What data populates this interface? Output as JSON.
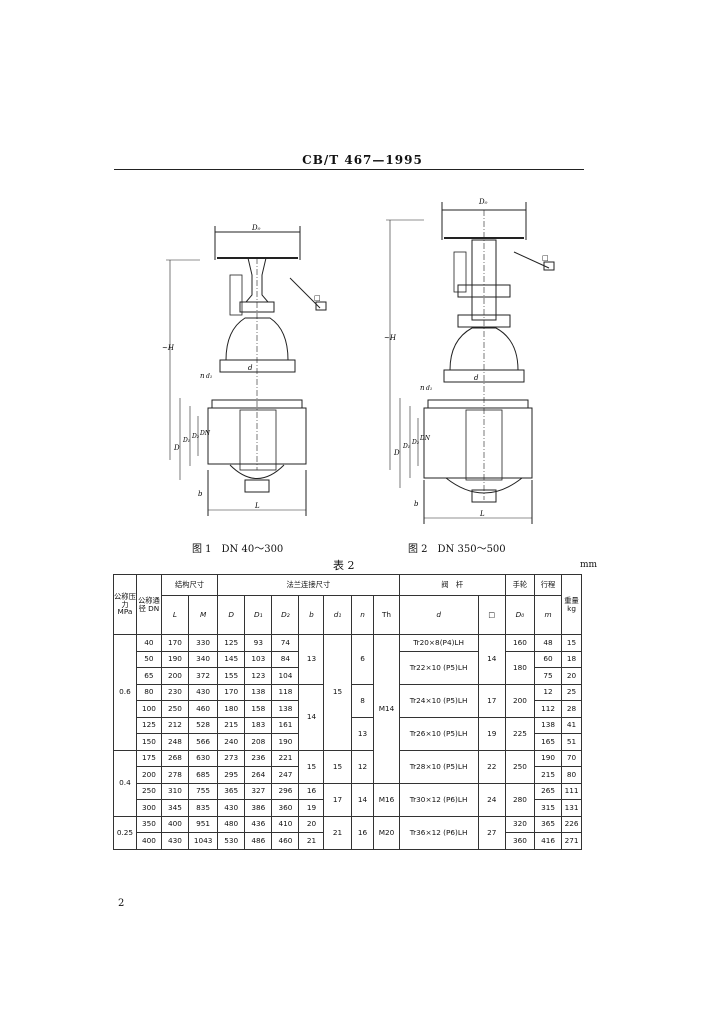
{
  "header": {
    "code": "CB/T 467—1995"
  },
  "figures": {
    "fig1": {
      "caption": "图 1　DN 40～300",
      "dim_d0": "D₀",
      "dim_h": "~H",
      "dim_l": "L",
      "dim_d": "d",
      "dim_d1": "D₁",
      "dim_d2": "D₂",
      "dim_D": "D",
      "dim_DN": "DN",
      "dim_b": "b",
      "dim_n": "n",
      "dim_d1s": "d₁",
      "ref": "□"
    },
    "fig2": {
      "caption": "图 2　DN 350～500",
      "dim_d0": "D₀",
      "dim_h": "~H",
      "dim_l": "L",
      "dim_d": "d",
      "dim_d1": "D₁",
      "dim_d2": "D₂",
      "dim_D": "D",
      "dim_DN": "DN",
      "dim_b": "b",
      "dim_n": "n",
      "dim_d1s": "d₁",
      "ref": "□"
    }
  },
  "table": {
    "title": "表 2",
    "unit": "mm",
    "headers": {
      "pn": "公称压力 MPa",
      "dn": "公称通径 DN",
      "struct": "结构尺寸",
      "flange": "法兰连接尺寸",
      "stem": "阀　杆",
      "wheel": "手轮",
      "stroke": "行程",
      "weight": "重量 kg",
      "L": "L",
      "M": "M",
      "D": "D",
      "D1": "D₁",
      "D2": "D₂",
      "b": "b",
      "d1": "d₁",
      "n": "n",
      "Th": "Th",
      "d": "d",
      "sq": "□",
      "D0": "D₀",
      "m": "m"
    },
    "pressures": [
      "0.6",
      "0.4",
      "0.25"
    ],
    "rows": [
      {
        "dn": "40",
        "L": "170",
        "M": "330",
        "D": "125",
        "D1": "93",
        "D2": "74",
        "m": "48",
        "w": "15"
      },
      {
        "dn": "50",
        "L": "190",
        "M": "340",
        "D": "145",
        "D1": "103",
        "D2": "84",
        "m": "60",
        "w": "18"
      },
      {
        "dn": "65",
        "L": "200",
        "M": "372",
        "D": "155",
        "D1": "123",
        "D2": "104",
        "m": "75",
        "w": "20"
      },
      {
        "dn": "80",
        "L": "230",
        "M": "430",
        "D": "170",
        "D1": "138",
        "D2": "118",
        "m": "12",
        "w": "25"
      },
      {
        "dn": "100",
        "L": "250",
        "M": "460",
        "D": "180",
        "D1": "158",
        "D2": "138",
        "m": "112",
        "w": "28"
      },
      {
        "dn": "125",
        "L": "212",
        "M": "528",
        "D": "215",
        "D1": "183",
        "D2": "161",
        "m": "138",
        "w": "41"
      },
      {
        "dn": "150",
        "L": "248",
        "M": "566",
        "D": "240",
        "D1": "208",
        "D2": "190",
        "m": "165",
        "w": "51"
      },
      {
        "dn": "175",
        "L": "268",
        "M": "630",
        "D": "273",
        "D1": "236",
        "D2": "221",
        "m": "190",
        "w": "70"
      },
      {
        "dn": "200",
        "L": "278",
        "M": "685",
        "D": "295",
        "D1": "264",
        "D2": "247",
        "m": "215",
        "w": "80"
      },
      {
        "dn": "250",
        "L": "310",
        "M": "755",
        "D": "365",
        "D1": "327",
        "D2": "296",
        "m": "265",
        "w": "111"
      },
      {
        "dn": "300",
        "L": "345",
        "M": "835",
        "D": "430",
        "D1": "386",
        "D2": "360",
        "m": "315",
        "w": "131"
      },
      {
        "dn": "350",
        "L": "400",
        "M": "951",
        "D": "480",
        "D1": "436",
        "D2": "410",
        "m": "365",
        "w": "226"
      },
      {
        "dn": "400",
        "L": "430",
        "M": "1043",
        "D": "530",
        "D1": "486",
        "D2": "460",
        "m": "416",
        "w": "271"
      }
    ],
    "merged": {
      "b1": "13",
      "b2": "14",
      "b3": "15",
      "b4": "16",
      "b5": "19",
      "b6": "20",
      "b7": "21",
      "d1_1": "15",
      "d1_2": "17",
      "d1_3": "21",
      "n1": "6",
      "n2": "8",
      "n3": "13",
      "n4": "12",
      "n5": "14",
      "n6": "16",
      "th1": "M14",
      "th2": "M16",
      "th3": "M20",
      "stem1": "Tr20×8(P4)LH",
      "stem2": "Tr22×10 (P5)LH",
      "stem3": "Tr24×10 (P5)LH",
      "stem4": "Tr26×10 (P5)LH",
      "stem5": "Tr28×10 (P5)LH",
      "stem6": "Tr30×12 (P6)LH",
      "stem7": "Tr36×12 (P6)LH",
      "sq1": "14",
      "sq2": "17",
      "sq3": "19",
      "sq4": "22",
      "sq5": "24",
      "sq6": "27",
      "d0_1": "160",
      "d0_2": "180",
      "d0_3": "200",
      "d0_4": "225",
      "d0_5": "250",
      "d0_6": "280",
      "d0_7": "320",
      "d0_8": "360"
    }
  },
  "footer": {
    "page": "2"
  }
}
